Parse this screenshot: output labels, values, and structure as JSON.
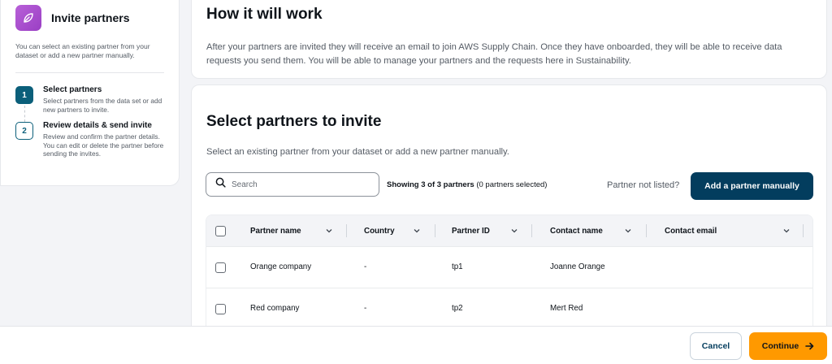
{
  "side_panel": {
    "title": "Invite partners",
    "icon": "leaf-icon",
    "description": "You can select an existing partner from your dataset or add a new partner manually.",
    "steps": [
      {
        "number": "1",
        "title": "Select partners",
        "description": "Select partners from the data set or add new partners to invite.",
        "state": "active"
      },
      {
        "number": "2",
        "title": "Review details & send invite",
        "description": "Review and confirm the partner details. You can edit or delete the partner before sending the invites.",
        "state": "pending"
      }
    ]
  },
  "how_it_works": {
    "title": "How it will work",
    "text": "After your partners are invited they will receive an email to join AWS Supply Chain. Once they have onboarded, they will be able to receive data requests you send them. You will be able to manage your partners and the requests here in Sustainability."
  },
  "select_partners": {
    "title": "Select partners to invite",
    "description": "Select an existing partner from your dataset or add a new partner manually.",
    "search": {
      "placeholder": "Search",
      "value": ""
    },
    "showing_bold": "Showing 3 of 3 partners",
    "showing_rest": "(0 partners selected)",
    "not_listed": "Partner not listed?",
    "add_button": "Add a partner manually",
    "table": {
      "columns": [
        "Partner name",
        "Country",
        "Partner ID",
        "Contact name",
        "Contact email"
      ],
      "rows": [
        {
          "partner_name": "Orange company",
          "country": "-",
          "partner_id": "tp1",
          "contact_name": "Joanne Orange",
          "contact_email": ""
        },
        {
          "partner_name": "Red company",
          "country": "-",
          "partner_id": "tp2",
          "contact_name": "Mert Red",
          "contact_email": ""
        }
      ]
    }
  },
  "footer": {
    "cancel": "Cancel",
    "continue": "Continue"
  },
  "colors": {
    "primary_dark": "#033d5e",
    "step_active": "#0b5f7a",
    "continue_orange": "#ff9900",
    "icon_purple": "#a84bcc"
  }
}
